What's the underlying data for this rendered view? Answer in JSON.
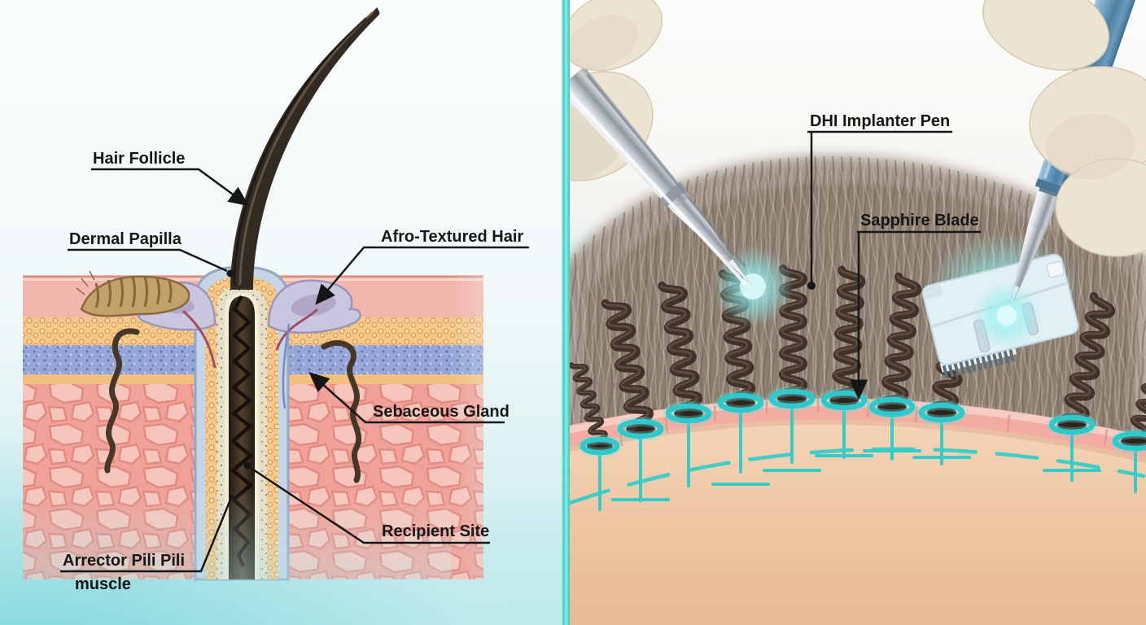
{
  "figure": {
    "title": "Afro-textured hair transplant illustration",
    "left_panel": {
      "name": "hair-follicle-anatomy-cross-section",
      "labels": {
        "hair_follicle": "Hair Follicle",
        "dermal_papilla": "Dermal Papilla",
        "afro_textured_hair": "Afro-Textured Hair",
        "sebaceous_gland": "Sebaceous Gland",
        "recipient_site": "Recipient Site",
        "arrector_pili_line1": "Arrector Pili Pili",
        "arrector_pili_line2": "muscle"
      }
    },
    "right_panel": {
      "name": "dhi-implantation-procedure",
      "labels": {
        "dhi_implanter_pen": "DHI Implanter Pen",
        "sapphire_blade": "Sapphire Blade"
      }
    },
    "colors": {
      "divider_teal": "#45ccc5",
      "background_teal": "#7ed7db",
      "label_text": "#161616",
      "marker_teal": "#31cbcd",
      "epidermis_pink": "#f1b6ac",
      "dermis_pink": "#f0a298",
      "fat_orange": "#f6c88a",
      "dermis_blue": "#95a6d7",
      "hair_dark_brown": "#40312a",
      "scalp_tan": "#eec7a4",
      "hairline_ridge_pink": "#f2aca1",
      "glove_cream": "#ece3d2",
      "pen_blue": "#4f80a4",
      "blade_white": "#eaf2f7"
    }
  }
}
